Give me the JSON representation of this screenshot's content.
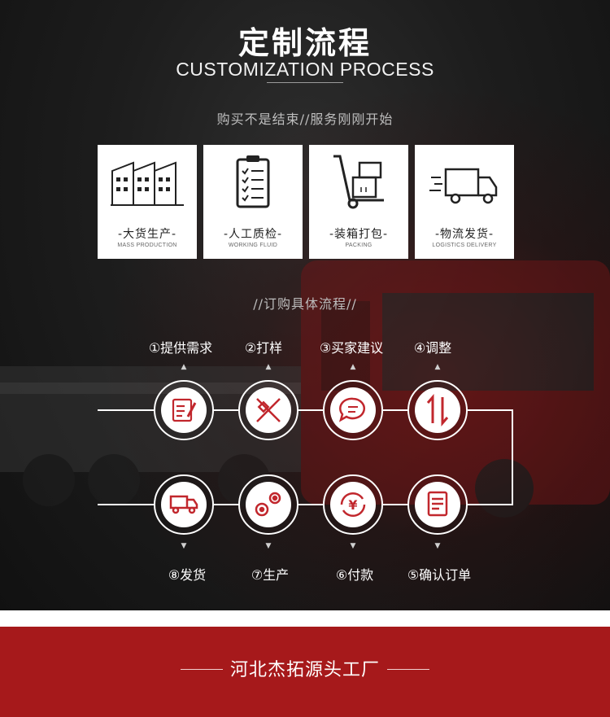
{
  "header": {
    "title": "定制流程",
    "subtitle": "CUSTOMIZATION PROCESS",
    "slogan": "购买不是结束//服务刚刚开始"
  },
  "cards": [
    {
      "name": "-大货生产-",
      "en": "MASS PRODUCTION",
      "icon": "factory-icon"
    },
    {
      "name": "-人工质检-",
      "en": "WORKING FLUID",
      "icon": "clipboard-icon"
    },
    {
      "name": "-装箱打包-",
      "en": "PACKING",
      "icon": "hand-truck-icon"
    },
    {
      "name": "-物流发货-",
      "en": "LOGISTICS DELIVERY",
      "icon": "delivery-truck-icon"
    }
  ],
  "flow": {
    "title": "//订购具体流程//",
    "steps": [
      {
        "label": "①提供需求",
        "icon": "edit-document-icon"
      },
      {
        "label": "②打样",
        "icon": "design-tools-icon"
      },
      {
        "label": "③买家建议",
        "icon": "chat-bubble-icon"
      },
      {
        "label": "④调整",
        "icon": "swap-arrows-icon"
      },
      {
        "label": "⑤确认订单",
        "icon": "order-document-icon"
      },
      {
        "label": "⑥付款",
        "icon": "yen-refresh-icon"
      },
      {
        "label": "⑦生产",
        "icon": "gears-icon"
      },
      {
        "label": "⑧发货",
        "icon": "shipping-truck-icon"
      }
    ]
  },
  "footer": {
    "company": "河北杰拓源头工厂"
  },
  "colors": {
    "accent_red": "#a6191b",
    "icon_red": "#c1272d",
    "dark_bg": "#1d1d1d"
  }
}
